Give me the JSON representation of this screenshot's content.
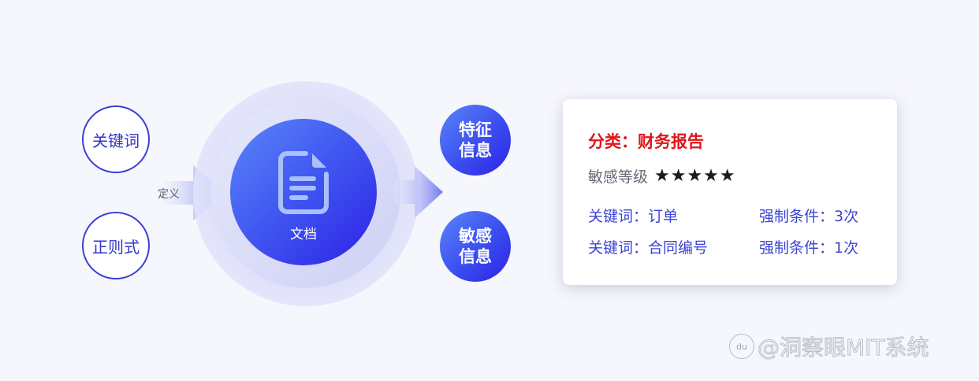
{
  "inputs": {
    "keyword_label": "关键词",
    "regex_label": "正则式",
    "define_label": "定义"
  },
  "center": {
    "icon": "document-icon",
    "label": "文档"
  },
  "outputs": {
    "feature_info_line1": "特征",
    "feature_info_line2": "信息",
    "sensitive_info_line1": "敏感",
    "sensitive_info_line2": "信息"
  },
  "card": {
    "title": "分类：财务报告",
    "level_label": "敏感等级",
    "stars": "★★★★★",
    "star_count": 5,
    "rows": [
      {
        "keyword": "关键词：订单",
        "condition": "强制条件：3次"
      },
      {
        "keyword": "关键词：合同编号",
        "condition": "强制条件：1次"
      }
    ]
  },
  "watermark": {
    "logo": "du",
    "text": "@洞察眼MIT系统"
  },
  "colors": {
    "background": "#f6f7fc",
    "accent_blue": "#3a3fd6",
    "title_red": "#e0161b",
    "gradient_start": "#5a86f8",
    "gradient_end": "#2c22e4"
  }
}
